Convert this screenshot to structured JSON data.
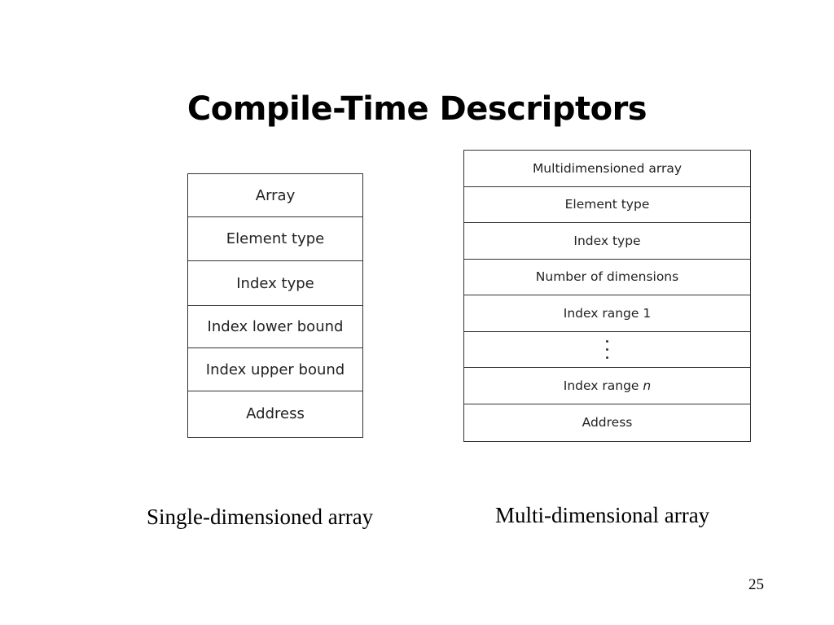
{
  "slide": {
    "title": "Compile-Time Descriptors",
    "page_number": "25"
  },
  "single_descriptor": {
    "caption": "Single-dimensioned array",
    "fields": [
      "Array",
      "Element type",
      "Index type",
      "Index lower bound",
      "Index upper bound",
      "Address"
    ]
  },
  "multi_descriptor": {
    "caption": "Multi-dimensional array",
    "fields": [
      "Multidimensioned array",
      "Element type",
      "Index type",
      "Number of dimensions",
      "Index range 1",
      "Index range",
      "Address"
    ],
    "range_variable": "n"
  }
}
